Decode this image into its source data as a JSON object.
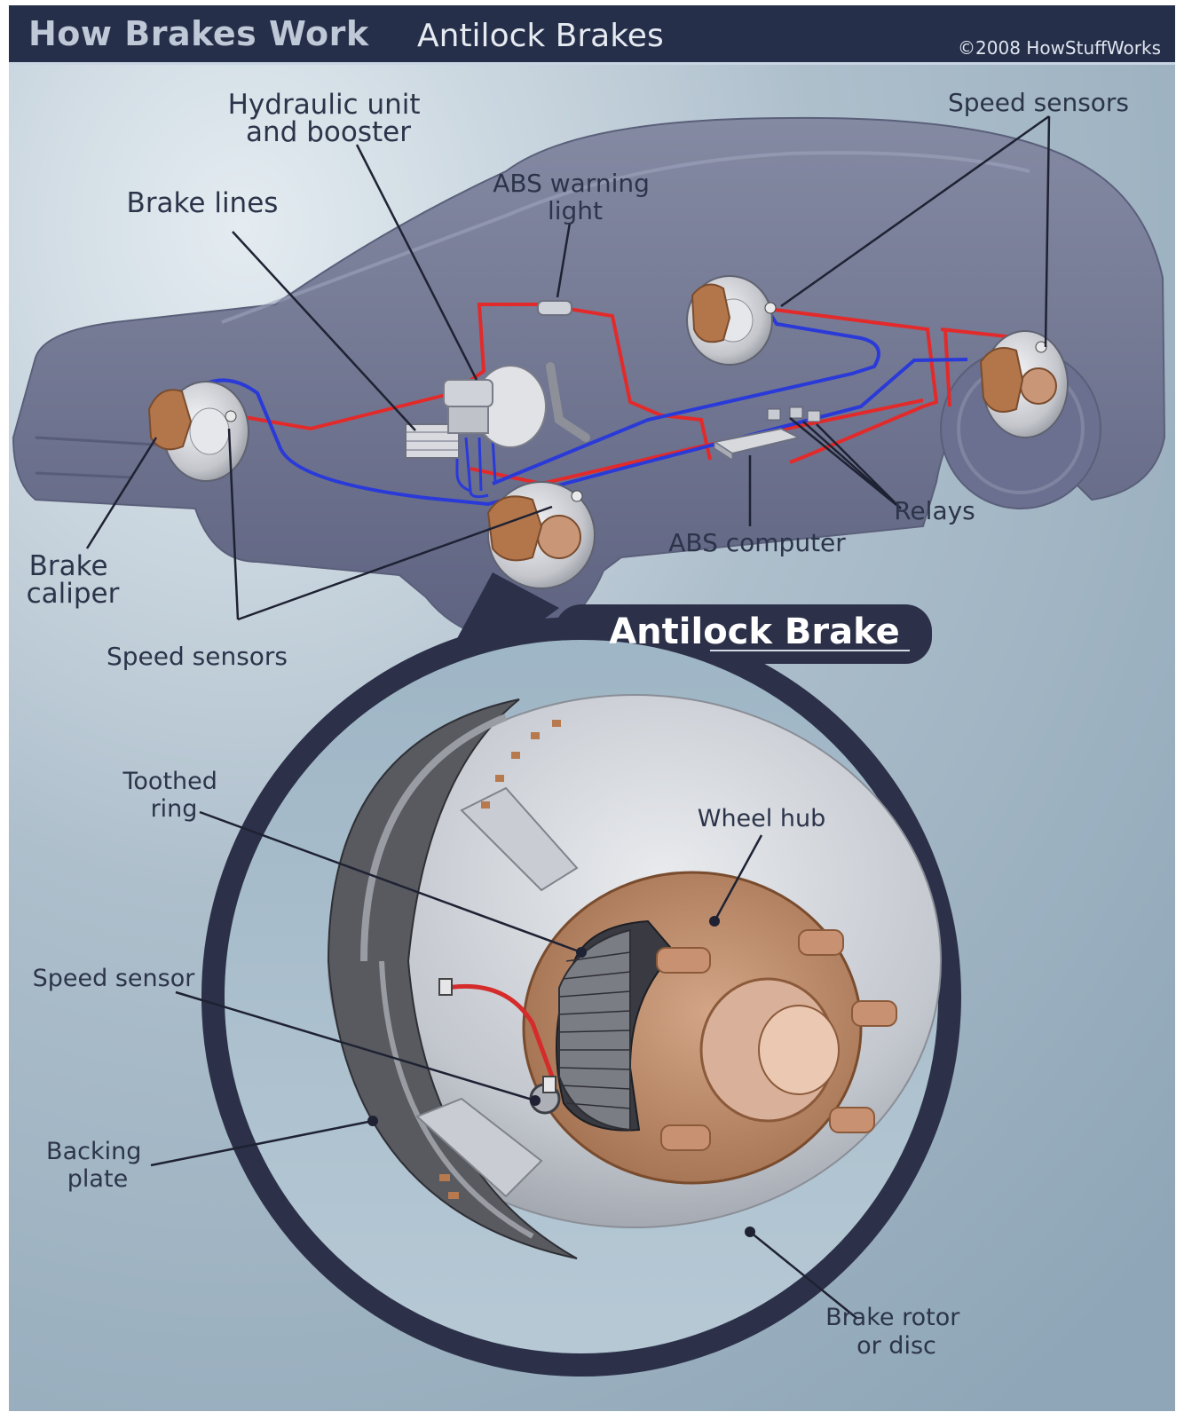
{
  "header": {
    "title": "How Brakes Work",
    "subtitle": "Antilock Brakes",
    "copyright": "©2008 HowStuffWorks"
  },
  "diagram": {
    "labels": {
      "hydraulic_unit": [
        "Hydraulic unit",
        "and booster"
      ],
      "brake_lines": "Brake lines",
      "abs_warning_light": [
        "ABS warning",
        "light"
      ],
      "speed_sensors_top": "Speed sensors",
      "brake_caliper": [
        "Brake",
        "caliper"
      ],
      "speed_sensors_bottom": "Speed sensors",
      "abs_computer": "ABS computer",
      "relays": "Relays"
    },
    "detail_title": "Antilock Brake",
    "detail_labels": {
      "toothed_ring": [
        "Toothed",
        "ring"
      ],
      "wheel_hub": "Wheel hub",
      "speed_sensor": "Speed sensor",
      "backing_plate": [
        "Backing",
        "plate"
      ],
      "brake_rotor": [
        "Brake rotor",
        "or disc"
      ]
    }
  },
  "colors": {
    "header_bg": "#262f4a",
    "background": "#a9bccb",
    "car_body": "#6f7491",
    "brake_line_red": "#e32a2a",
    "brake_line_blue": "#2a3ad8",
    "caliper": "#b3764a",
    "detail_frame": "#2c3149"
  }
}
